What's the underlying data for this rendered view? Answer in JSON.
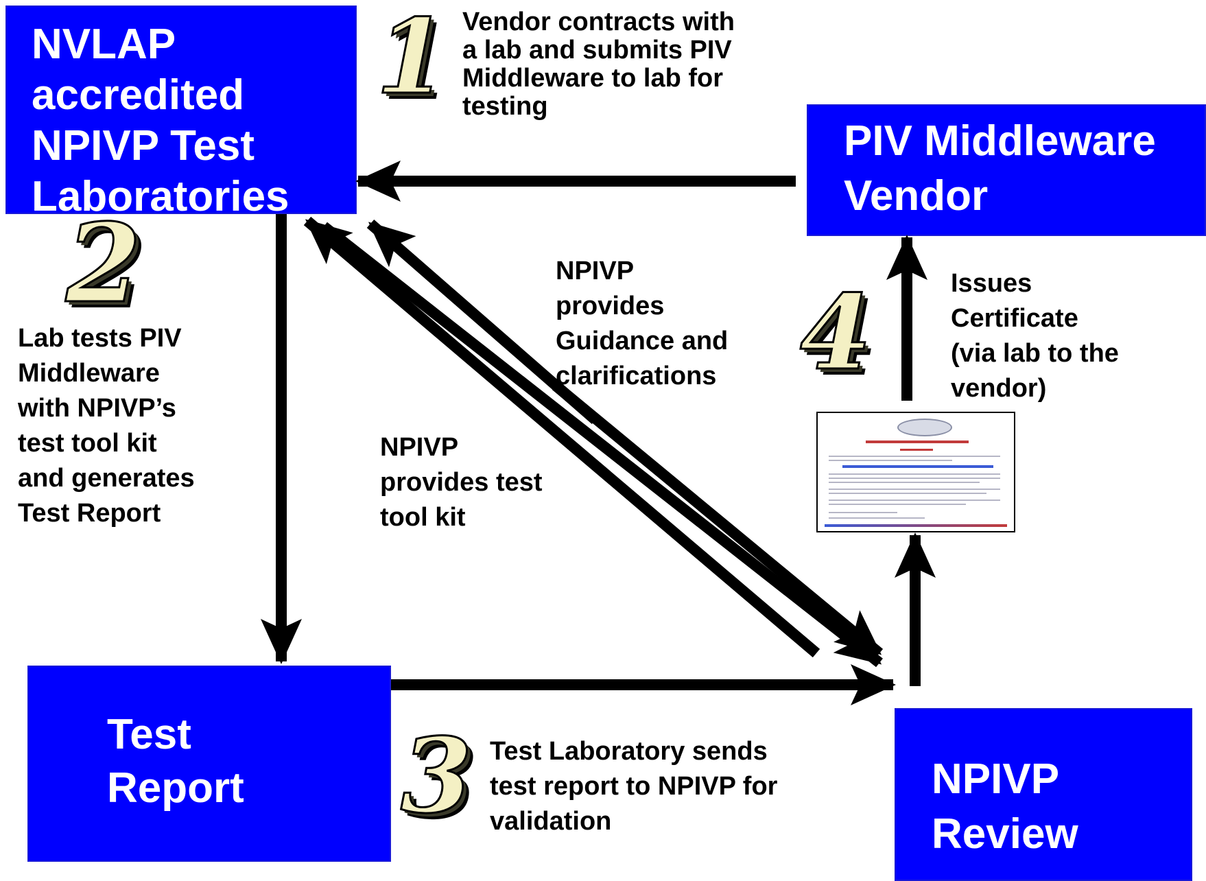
{
  "boxes": {
    "nvlap": [
      "NVLAP",
      "accredited",
      "NPIVP Test",
      "Laboratories"
    ],
    "vendor": [
      "PIV Middleware",
      "Vendor"
    ],
    "report": [
      "Test",
      "Report"
    ],
    "review": [
      "NPIVP",
      "Review"
    ]
  },
  "steps": {
    "step1": {
      "numeral": "1",
      "lines": [
        "Vendor contracts with",
        "a lab and submits PIV",
        "Middleware to lab for",
        "testing"
      ]
    },
    "step2": {
      "numeral": "2",
      "lines": [
        "Lab tests PIV",
        "Middleware",
        "with NPIVP’s",
        "test tool kit",
        "and generates",
        "Test Report"
      ]
    },
    "step3": {
      "numeral": "3",
      "lines": [
        "Test Laboratory sends",
        "test report to NPIVP for",
        "validation"
      ]
    },
    "step4": {
      "numeral": "4",
      "lines": [
        "Issues",
        "Certificate",
        "(via lab to the",
        "vendor)"
      ]
    }
  },
  "labels": {
    "guidance": [
      "NPIVP",
      "provides",
      "Guidance and",
      "clarifications"
    ],
    "toolkit": [
      "NPIVP",
      "provides test",
      "tool kit"
    ]
  },
  "certificate": {
    "icon": "certificate-document-icon"
  },
  "colors": {
    "box_fill": "#0000ff",
    "box_text": "#ffffff",
    "numeral_fill": "#f4f0c4",
    "arrow": "#000000"
  }
}
